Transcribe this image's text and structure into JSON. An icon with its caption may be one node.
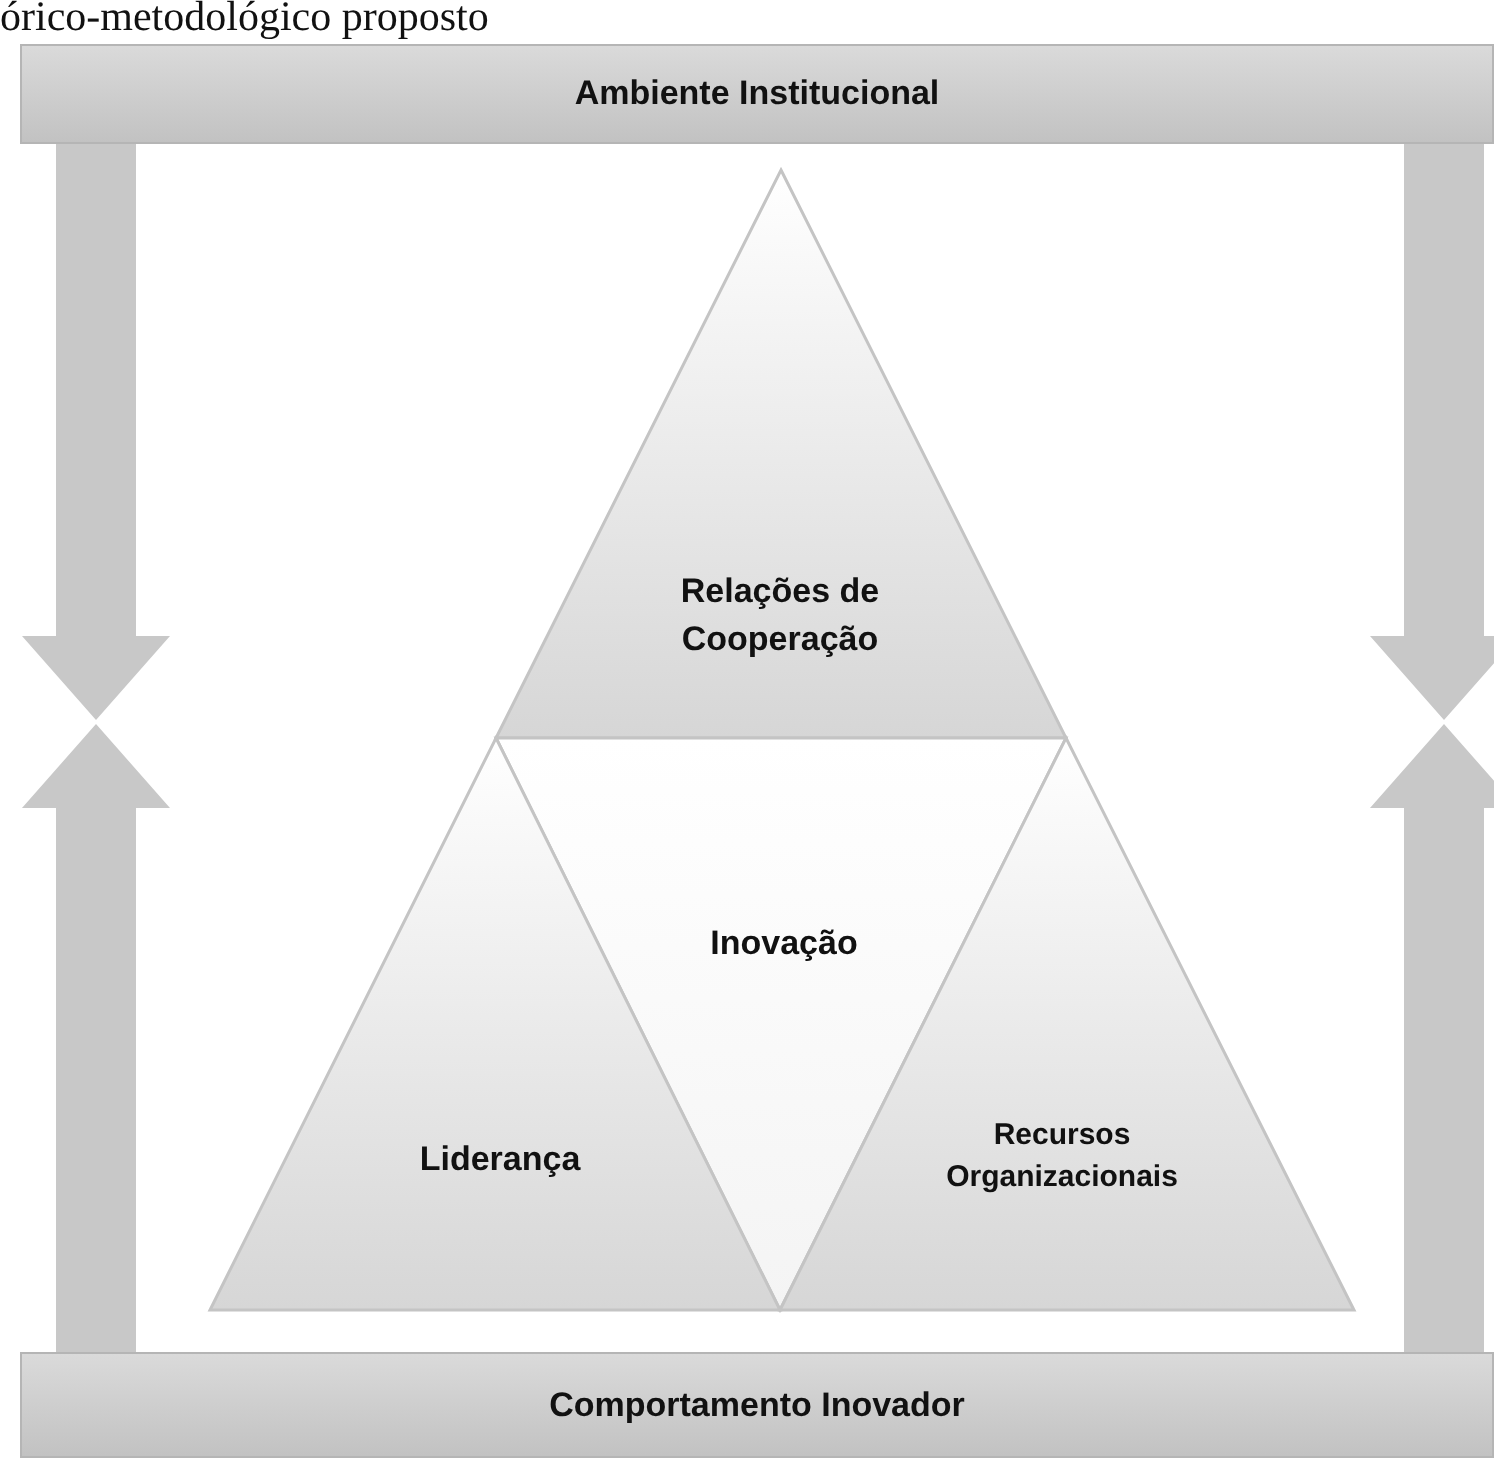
{
  "diagram": {
    "title": "órico-metodológico proposto",
    "nodes": [
      {
        "text": [
          "Ambiente Institucional"
        ]
      },
      {
        "text": [
          "Relações de Cooperação"
        ]
      },
      {
        "text": [
          "Inovação"
        ]
      },
      {
        "text": [
          "Liderança"
        ]
      },
      {
        "text": [
          "Recursos Organizacionais"
        ]
      },
      {
        "text": [
          "Comportamento Inovador"
        ]
      }
    ],
    "edges": [
      {
        "from": 0,
        "to": null,
        "arrow": "to"
      },
      {
        "from": 5,
        "to": null,
        "arrow": "to"
      },
      {
        "from": 0,
        "to": null,
        "arrow": "to"
      },
      {
        "from": 5,
        "to": null,
        "arrow": "to"
      }
    ]
  }
}
